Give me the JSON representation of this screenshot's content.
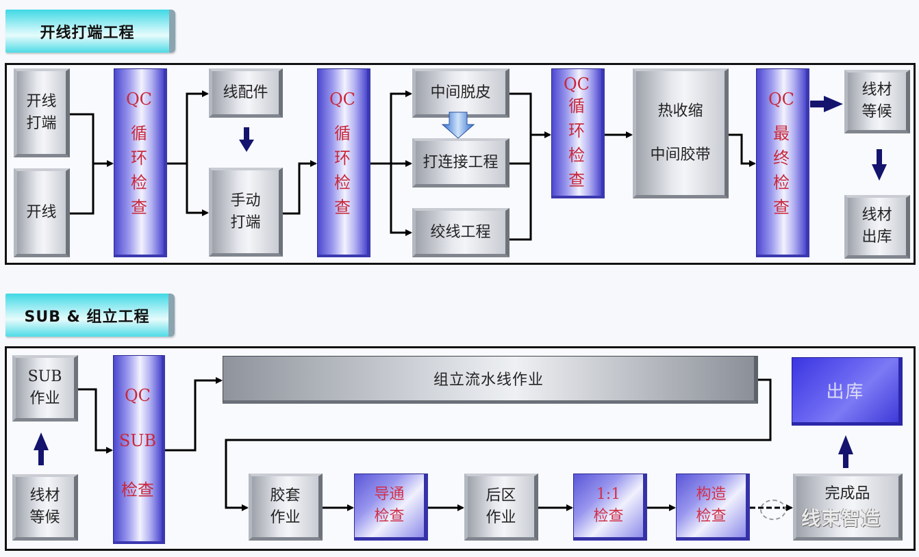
{
  "section1": {
    "title": "开线打端工程",
    "nodes": {
      "kaixian_daduan": [
        "开线",
        "打端"
      ],
      "kaixian": "开线",
      "qc1": {
        "top": "QC",
        "chars": [
          "循",
          "环",
          "检",
          "查"
        ]
      },
      "xianpeijian": "线配件",
      "shoudong_daduan": [
        "手动",
        "打端"
      ],
      "qc2": {
        "top": "QC",
        "chars": [
          "循",
          "环",
          "检",
          "查"
        ]
      },
      "zhongjian_tuopi": "中间脱皮",
      "dalianjie": "打连接工程",
      "jiaoxian": "绞线工程",
      "qc3": {
        "top": "QC",
        "chars": [
          "循",
          "环",
          "检",
          "查"
        ]
      },
      "reshousuo": [
        "热收缩",
        "中间胶带"
      ],
      "qc_final": {
        "top": "QC",
        "chars": [
          "最",
          "终",
          "检",
          "查"
        ]
      },
      "xiancai_denghou": [
        "线材",
        "等候"
      ],
      "xiancai_chuku": [
        "线材",
        "出库"
      ]
    }
  },
  "section2": {
    "title": "SUB & 组立工程",
    "nodes": {
      "sub_zuoye": [
        "SUB",
        "作业"
      ],
      "xiancai_denghou": [
        "线材",
        "等候"
      ],
      "qc_sub": {
        "top": "QC",
        "mid": "SUB",
        "bottom": "检查"
      },
      "zuli_liushuixian": "组立流水线作业",
      "chuku": "出库",
      "jiaotao": [
        "胶套",
        "作业"
      ],
      "daotong": [
        "导通",
        "检查"
      ],
      "houqu": [
        "后区",
        "作业"
      ],
      "check_1to1": [
        "1:1",
        "检查"
      ],
      "gouzao": [
        "构造",
        "检查"
      ],
      "wanchengpin": "完成品"
    }
  },
  "watermark": "线束智造",
  "colors": {
    "qc_text": "#c8283c",
    "arrow_blue": "#14146e",
    "tab_cyan": "#3fd8e4",
    "out_blue": "#3a35e0"
  }
}
